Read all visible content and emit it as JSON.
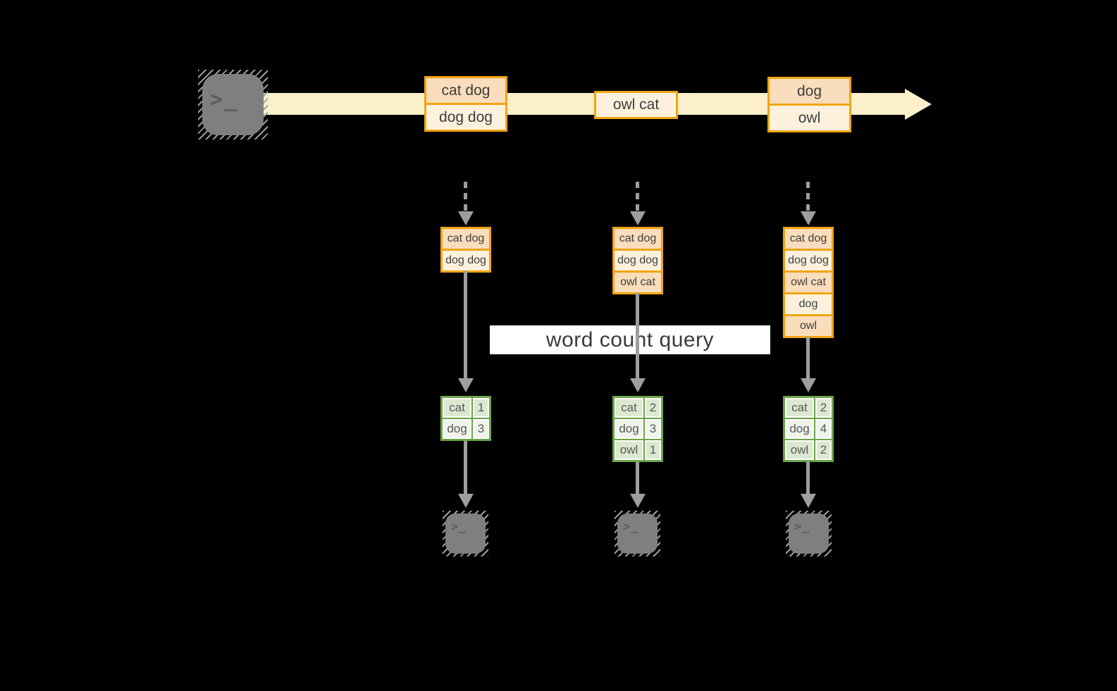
{
  "query_label": "word count query",
  "icons": {
    "terminal_glyph": ">_"
  },
  "colors": {
    "background": "#000000",
    "orange_border": "#f0a510",
    "peach_fill": "#f9ddbc",
    "cream_fill": "#fdf1de",
    "stream_band": "#fbf0cb",
    "green_border": "#6ba547",
    "green_row_dark": "#dde8d0",
    "green_row_light": "#eff3e9",
    "arrow_gray": "#9e9e9e",
    "terminal_gray": "#7f7f7f",
    "label_background": "#ffffff"
  },
  "stream": {
    "batches": [
      {
        "records": [
          {
            "text": "cat dog"
          },
          {
            "text": "dog dog"
          }
        ]
      },
      {
        "records": [
          {
            "text": "owl cat"
          }
        ]
      },
      {
        "records": [
          {
            "text": "dog"
          },
          {
            "text": "owl"
          }
        ]
      }
    ]
  },
  "columns": [
    {
      "micro_batch": [
        "cat dog",
        "dog dog"
      ],
      "result": [
        {
          "word": "cat",
          "count": "1"
        },
        {
          "word": "dog",
          "count": "3"
        }
      ]
    },
    {
      "micro_batch": [
        "cat dog",
        "dog dog",
        "owl cat"
      ],
      "result": [
        {
          "word": "cat",
          "count": "2"
        },
        {
          "word": "dog",
          "count": "3"
        },
        {
          "word": "owl",
          "count": "1"
        }
      ]
    },
    {
      "micro_batch": [
        "cat dog",
        "dog dog",
        "owl cat",
        "dog",
        "owl"
      ],
      "result": [
        {
          "word": "cat",
          "count": "2"
        },
        {
          "word": "dog",
          "count": "4"
        },
        {
          "word": "owl",
          "count": "2"
        }
      ]
    }
  ]
}
